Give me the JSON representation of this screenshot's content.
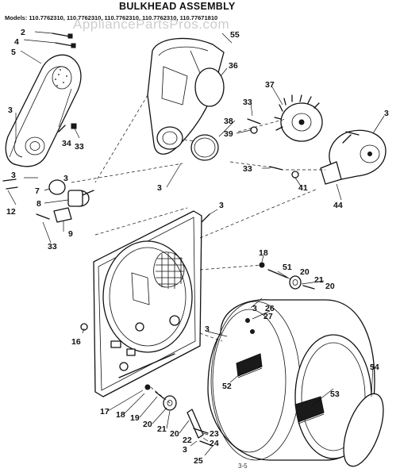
{
  "title": "BULKHEAD ASSEMBLY",
  "models_line": "Models: 110.7762310, 110.7762310, 110.7762310, 110.7762310, 110.77671810",
  "watermark": "AppliancePartsPros.com",
  "footer": "3-5",
  "labels": [
    {
      "id": "l2",
      "text": "2"
    },
    {
      "id": "l4",
      "text": "4"
    },
    {
      "id": "l5",
      "text": "5"
    },
    {
      "id": "l55",
      "text": "55"
    },
    {
      "id": "l36",
      "text": "36"
    },
    {
      "id": "l37",
      "text": "37"
    },
    {
      "id": "l33a",
      "text": "33"
    },
    {
      "id": "l3a",
      "text": "3"
    },
    {
      "id": "l34",
      "text": "34"
    },
    {
      "id": "l33b",
      "text": "33"
    },
    {
      "id": "l38",
      "text": "38"
    },
    {
      "id": "l39",
      "text": "39"
    },
    {
      "id": "l3b",
      "text": "3"
    },
    {
      "id": "l33c",
      "text": "33"
    },
    {
      "id": "l41",
      "text": "41"
    },
    {
      "id": "l44",
      "text": "44"
    },
    {
      "id": "l3c",
      "text": "3"
    },
    {
      "id": "l3d",
      "text": "3"
    },
    {
      "id": "l7",
      "text": "7"
    },
    {
      "id": "l8",
      "text": "8"
    },
    {
      "id": "l12",
      "text": "12"
    },
    {
      "id": "l3e",
      "text": "3"
    },
    {
      "id": "l9",
      "text": "9"
    },
    {
      "id": "l33d",
      "text": "33"
    },
    {
      "id": "l3f",
      "text": "3"
    },
    {
      "id": "l18a",
      "text": "18"
    },
    {
      "id": "l51",
      "text": "51"
    },
    {
      "id": "l20a",
      "text": "20"
    },
    {
      "id": "l21a",
      "text": "21"
    },
    {
      "id": "l20b",
      "text": "20"
    },
    {
      "id": "l3g",
      "text": "3"
    },
    {
      "id": "l26",
      "text": "26"
    },
    {
      "id": "l27",
      "text": "27"
    },
    {
      "id": "l16",
      "text": "16"
    },
    {
      "id": "l3h",
      "text": "3"
    },
    {
      "id": "l52",
      "text": "52"
    },
    {
      "id": "l54",
      "text": "54"
    },
    {
      "id": "l53",
      "text": "53"
    },
    {
      "id": "l17",
      "text": "17"
    },
    {
      "id": "l18b",
      "text": "18"
    },
    {
      "id": "l19",
      "text": "19"
    },
    {
      "id": "l20c",
      "text": "20"
    },
    {
      "id": "l21b",
      "text": "21"
    },
    {
      "id": "l20d",
      "text": "20"
    },
    {
      "id": "l22",
      "text": "22"
    },
    {
      "id": "l23",
      "text": "23"
    },
    {
      "id": "l24",
      "text": "24"
    },
    {
      "id": "l3i",
      "text": "3"
    },
    {
      "id": "l25",
      "text": "25"
    }
  ]
}
